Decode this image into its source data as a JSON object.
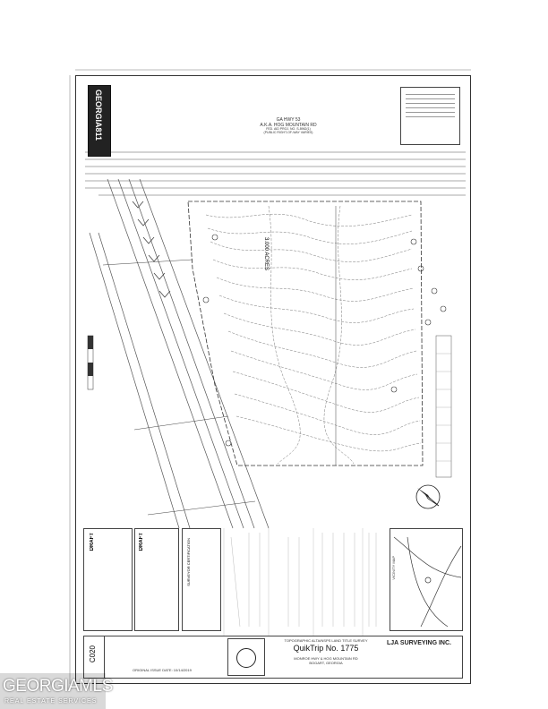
{
  "header": {
    "road_name_1": "GA HWY 53",
    "road_name_2": "A.K.A. HOG MOUNTAIN RD",
    "road_ref": "FED. AID PROJ. NO. S-8962(1)",
    "road_row": "(PUBLIC RIGHT-OF-WAY VARIES)"
  },
  "site": {
    "acreage": "3.000 ACRES"
  },
  "georgia_logo": "GEORGIA811",
  "survey_labels": {
    "draft": "DRAFT",
    "surveyor_cert": "SURVEYOR CERTIFICATION"
  },
  "title_block": {
    "survey_type": "TOPOGRAPHIC ALTA/NSPS LAND TITLE SURVEY",
    "project": "QuikTrip No. 1775",
    "location_1": "MONROE HWY & HOG MOUNTAIN RD",
    "location_2": "BOGART, GEORGIA",
    "firm": "LJA SURVEYING INC.",
    "sheet_no": "C020",
    "issue_date": "ORIGINAL ISSUE DATE: 10/14/2019"
  },
  "vicinity": {
    "title": "VICINITY MAP"
  },
  "watermark": {
    "brand": "GEORGIAMLS",
    "tagline": "REAL ESTATE SERVICES"
  }
}
